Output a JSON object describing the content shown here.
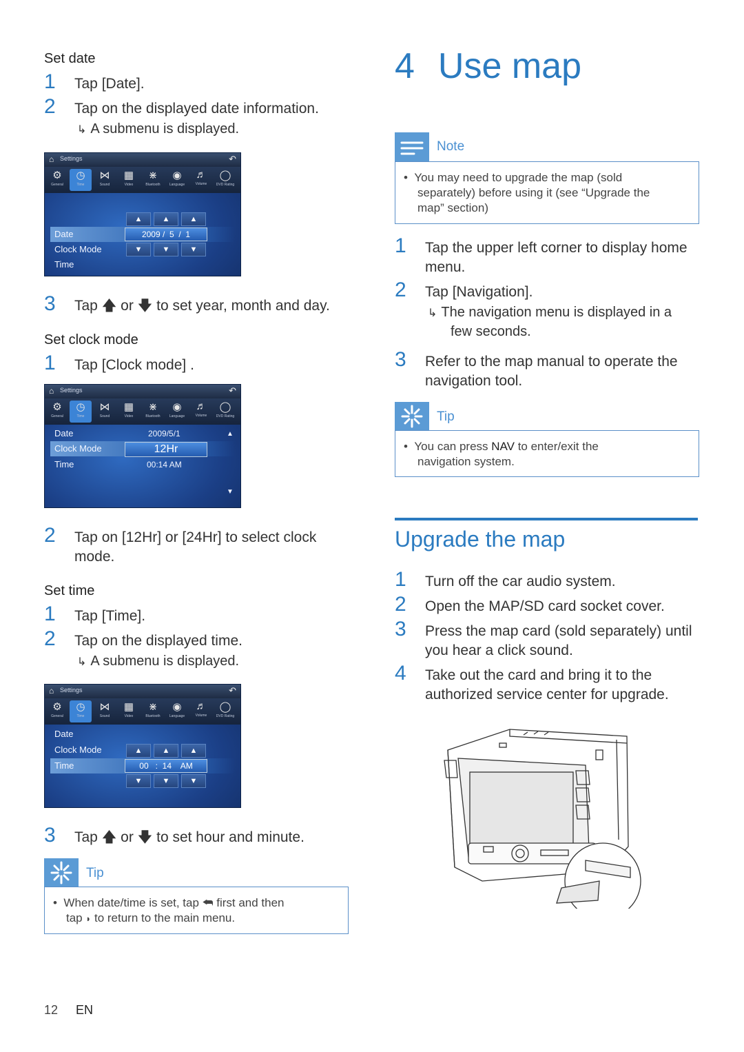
{
  "left": {
    "set_date": {
      "heading": "Set date",
      "step1_num": "1",
      "step1_text": "Tap [Date].",
      "step2_num": "2",
      "step2_text": "Tap on the displayed date information.",
      "step2_result": "A submenu is displayed.",
      "step3_num": "3",
      "step3_text_pre": "Tap",
      "step3_or": "or",
      "step3_text_post": "to set year, month and day."
    },
    "set_clock_mode": {
      "heading": "Set clock mode",
      "step1_num": "1",
      "step1_text": "Tap [Clock mode] .",
      "step2_num": "2",
      "step2_text_l1": "Tap on [12Hr] or [24Hr] to select clock",
      "step2_text_l2": "mode."
    },
    "set_time": {
      "heading": "Set time",
      "step1_num": "1",
      "step1_text": "Tap [Time].",
      "step2_num": "2",
      "step2_text": "Tap on the displayed time.",
      "step2_result": "A submenu is displayed.",
      "step3_num": "3",
      "step3_text_pre": "Tap",
      "step3_or": "or",
      "step3_text_post": "to set hour and minute."
    },
    "tip": {
      "label": "Tip",
      "bullet_l1": "When date/time is set, tap",
      "bullet_l1b": "first and then",
      "bullet_l2a": "tap",
      "bullet_l2b": "to return to the main menu."
    }
  },
  "screens": {
    "settings_title": "Settings",
    "icons": [
      "General",
      "Time",
      "Sound",
      "Video",
      "Bluetooth",
      "Language",
      "Volume",
      "DVD Rating"
    ],
    "s1": {
      "date_label": "Date",
      "clock_label": "Clock Mode",
      "time_label": "Time",
      "year": "2009",
      "month": "5",
      "day": "1",
      "sep": "/"
    },
    "s2": {
      "date_label": "Date",
      "clock_label": "Clock Mode",
      "time_label": "Time",
      "date_value": "2009/5/1",
      "clock_value": "12Hr",
      "time_value": "00:14  AM"
    },
    "s3": {
      "date_label": "Date",
      "clock_label": "Clock Mode",
      "time_label": "Time",
      "hour": "00",
      "colon": ":",
      "minute": "14",
      "ampm": "AM"
    }
  },
  "right": {
    "chapter_num": "4",
    "chapter_title": "Use map",
    "note": {
      "label": "Note",
      "l1": "You may need to upgrade the map (sold",
      "l2": "separately) before using it (see “Upgrade the",
      "l3": "map” section)"
    },
    "steps": [
      {
        "num": "1",
        "l1": "Tap the upper left corner to display home",
        "l2": "menu."
      },
      {
        "num": "2",
        "l1": "Tap [Navigation].",
        "result_l1": "The navigation menu is displayed in a",
        "result_l2": "few seconds."
      },
      {
        "num": "3",
        "l1": "Refer to the map manual to operate the",
        "l2": "navigation tool."
      }
    ],
    "tip": {
      "label": "Tip",
      "l1_pre": "You can press",
      "l1_nav": "NAV",
      "l1_post": "to enter/exit the",
      "l2": "navigation system."
    },
    "upgrade": {
      "title": "Upgrade the map",
      "steps": [
        {
          "num": "1",
          "l1": "Turn off the car audio system."
        },
        {
          "num": "2",
          "l1": "Open the MAP/SD card socket cover."
        },
        {
          "num": "3",
          "l1": "Press the map card (sold separately) until",
          "l2": "you hear a click sound."
        },
        {
          "num": "4",
          "l1": "Take out the card and bring it to the",
          "l2": "authorized service center for upgrade."
        }
      ]
    }
  },
  "footer": {
    "page": "12",
    "lang": "EN"
  }
}
